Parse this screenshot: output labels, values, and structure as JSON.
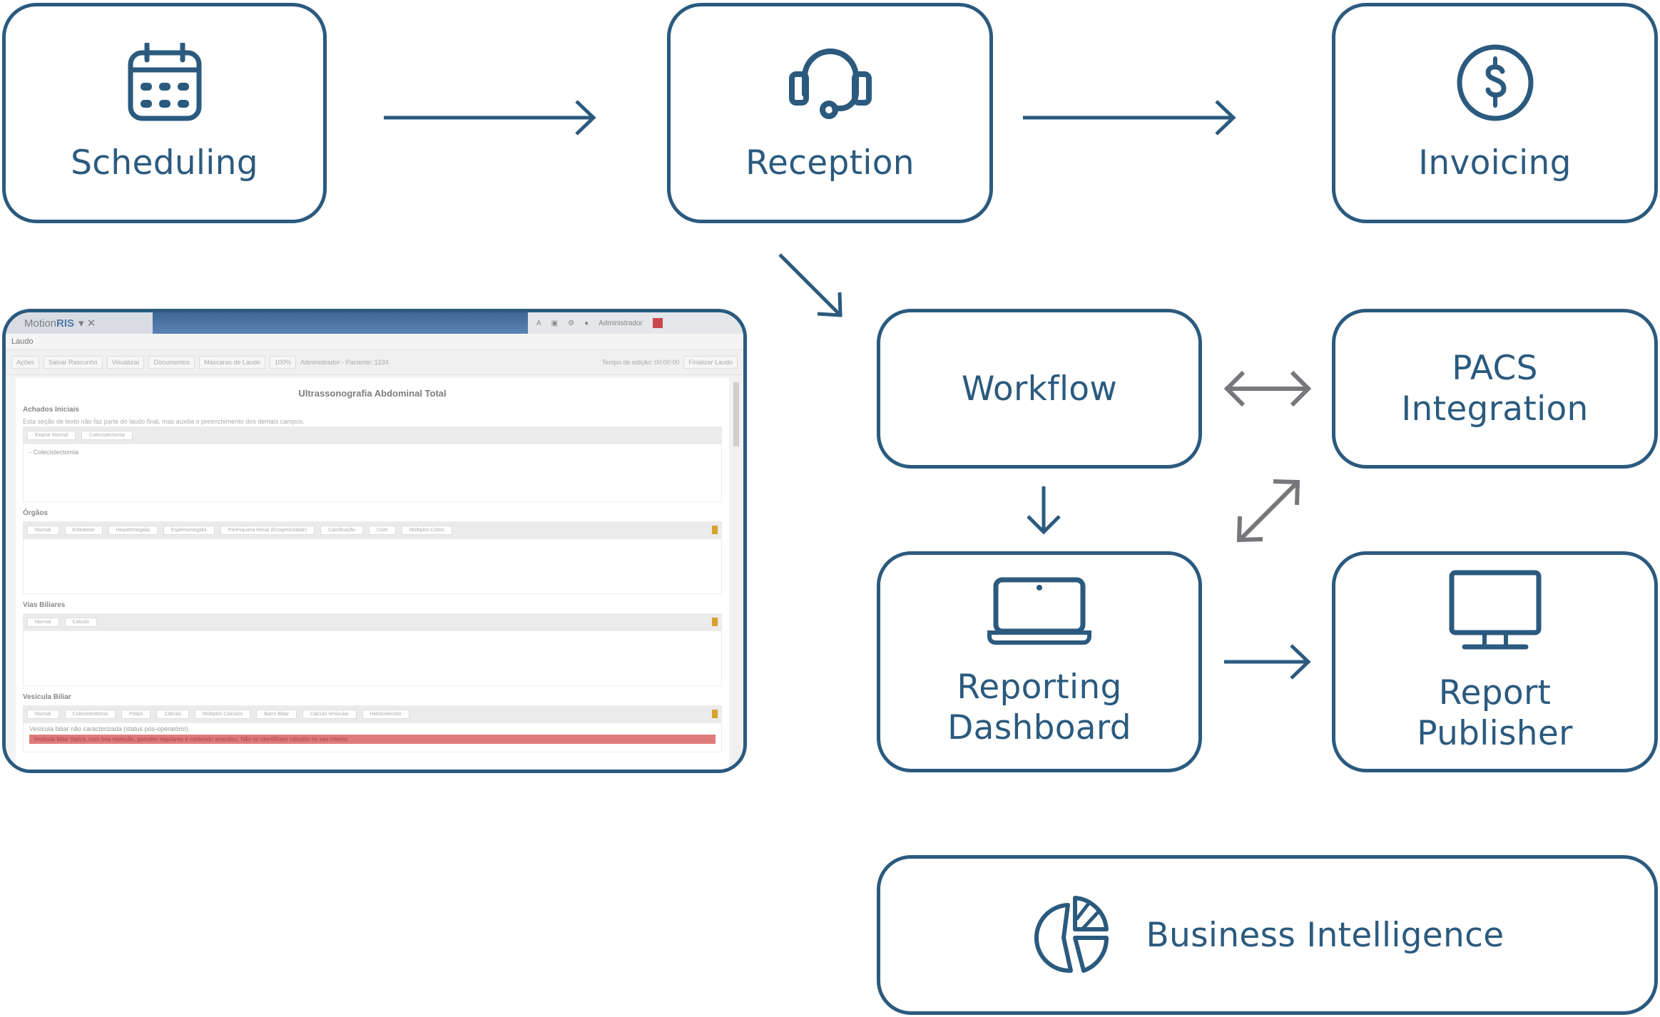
{
  "colors": {
    "primary": "#2b5a7e",
    "bidirectional_arrow": "#76777a",
    "background": "#ffffff",
    "screenshot_highlight": "#e07b7b"
  },
  "nodes": {
    "scheduling": {
      "label": "Scheduling",
      "icon": "calendar-icon"
    },
    "reception": {
      "label": "Reception",
      "icon": "headset-icon"
    },
    "invoicing": {
      "label": "Invoicing",
      "icon": "dollar-coin-icon"
    },
    "workflow": {
      "label": "Workflow"
    },
    "pacs": {
      "label_line1": "PACS",
      "label_line2": "Integration"
    },
    "reporting": {
      "label_line1": "Reporting",
      "label_line2": "Dashboard",
      "icon": "laptop-icon"
    },
    "publisher": {
      "label_line1": "Report",
      "label_line2": "Publisher",
      "icon": "monitor-icon"
    },
    "bi": {
      "label": "Business Intelligence",
      "icon": "pie-chart-icon"
    }
  },
  "connections": [
    {
      "from": "Scheduling",
      "to": "Reception",
      "type": "one-way"
    },
    {
      "from": "Reception",
      "to": "Invoicing",
      "type": "one-way"
    },
    {
      "from": "Reception",
      "to": "Workflow",
      "type": "one-way"
    },
    {
      "from": "Workflow",
      "to": "PACS Integration",
      "type": "two-way"
    },
    {
      "from": "Workflow",
      "to": "Reporting Dashboard",
      "type": "one-way"
    },
    {
      "from": "Reporting Dashboard",
      "to": "PACS Integration",
      "type": "two-way"
    },
    {
      "from": "Reporting Dashboard",
      "to": "Report Publisher",
      "type": "one-way"
    }
  ],
  "screenshot": {
    "app_name_prefix": "Motion",
    "app_name_suffix": "RIS",
    "tab_controls": "▾  ✕",
    "menu_label": "Laudo",
    "user_label": "Administrador",
    "toolbar": {
      "buttons": [
        "Ações",
        "Salvar Rascunho",
        "Visualizar",
        "Documentos",
        "Máscaras de Laudo"
      ],
      "zoom": "100%",
      "patient_info": "Administrador - Paciente: 1234",
      "timer": "Tempo de edição: 00:00:00",
      "finish": "Finalizar Laudo"
    },
    "document_title": "Ultrassonografia Abdominal Total",
    "sections": [
      {
        "heading": "Achados Iniciais",
        "note": "Esta seção de texto não faz parte do laudo final, mas auxilia o preenchimento dos demais campos.",
        "chips": [
          "Exame Normal",
          "Colecistectomia"
        ],
        "text": "- Colecistectomia"
      },
      {
        "heading": "Órgãos",
        "chips": [
          "Normal",
          "Esteatose",
          "Hepatomegalia",
          "Esplenomegalia",
          "Parênquima Renal (Ecogenicidade)",
          "Calcificação",
          "Cisto",
          "Múltiplos Cistos"
        ]
      },
      {
        "heading": "Vias Biliares",
        "chips": [
          "Normal",
          "Cálculo"
        ]
      },
      {
        "heading": "Vesícula Biliar",
        "chips": [
          "Normal",
          "Colecistectomia",
          "Pólipo",
          "Cálculo",
          "Múltiplos Cálculos",
          "Barro Biliar",
          "Cálculo Vesicular",
          "Hidrocolecisto"
        ],
        "text": "Vesícula biliar não caracterizada (status pós-operatório).",
        "highlight": "Vesícula biliar tópica, com boa repleção, paredes regulares e conteúdo anecóico. Não se identificam cálculos no seu interior."
      }
    ]
  }
}
